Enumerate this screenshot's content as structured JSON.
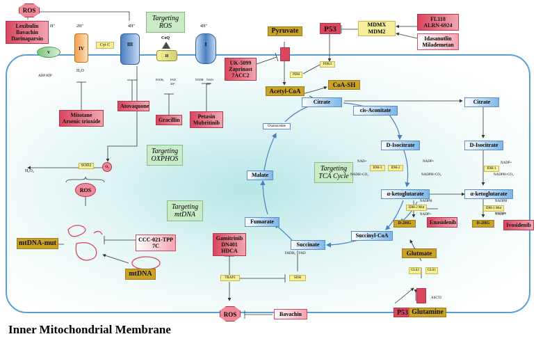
{
  "ros": "ROS",
  "h_plus": "H⁺",
  "two_h_plus": "2H⁺",
  "four_h_plus": "4H⁺",
  "cyt_c": "Cyt C",
  "coq": "CoQ",
  "complex_i": "I",
  "complex_ii": "II",
  "complex_iii": "III",
  "complex_iv": "IV",
  "complex_v": "V",
  "adp_atp": "ADP ATP",
  "h2o": "H₂O",
  "fadh2_fad": [
    "FADH₂",
    "FAD",
    "2H⁺"
  ],
  "nadh_nad": [
    "NADH",
    "NAD+",
    "2H⁺"
  ],
  "inhibitors_v": [
    "Lexibulin",
    "Bavachin",
    "Darinaparsin"
  ],
  "mitotane": [
    "Mitotane",
    "Arsenic trioxide"
  ],
  "atovaquone": "Atovaquone",
  "gracillin": "Gracillin",
  "petasin": [
    "Petasin",
    "Mubritinib"
  ],
  "target_ros": [
    "Targeting",
    "ROS"
  ],
  "target_oxphos": [
    "Targeting",
    "OXPHOS"
  ],
  "target_mtdna": [
    "Targeting",
    "mtDNA"
  ],
  "target_tca": [
    "Targeting",
    "TCA Cycle"
  ],
  "sod2": "SOD2",
  "h2o2": "H₂O₂",
  "o2": "O₂",
  "mtdna_mut": "mtDNA-mut",
  "mtdna": "mtDNA",
  "ccc": [
    "CCC-021-TPP",
    "7C"
  ],
  "pyruvate": "Pyruvate",
  "uk": [
    "UK-5099",
    "Zaprinast",
    "7ACC2"
  ],
  "p53": "P53",
  "mdmx": [
    "MDMX",
    "MDM2"
  ],
  "fl118": [
    "FL118",
    "ALRN-6924"
  ],
  "idasanutlin": [
    "Idasanutlin",
    "Milademetan"
  ],
  "pdh": "PDH",
  "pdk3": "PDK3",
  "acetyl_coa": "Acetyl-CoA",
  "coa_sh": "CoA-SH",
  "citrate": "Citrate",
  "cis_aconitate": "cis-Aconitate",
  "d_isocitrate": "D-Isocitrate",
  "nad_plus": "NAD+",
  "nadh_co2": "NADH+CO₂",
  "nadp_plus": "NADP+",
  "nadph_co2": "NADPH+CO₂",
  "nadph": "NADPH",
  "idh3": "IDH-3",
  "idh2": "IDH-2",
  "idh1": "IDH-1",
  "idh2_mut": "IDH-2 Mut",
  "idh1_mut": "IDH-1 Mut",
  "akg": "α-ketoglutarate",
  "d2hg": "D-2HG",
  "enasidenib": "Enasidenib",
  "ivosidenib": "Ivosidenib",
  "succinyl_coa": "Succinyl-CoA",
  "succinate": "Succinate",
  "fumarate": "Fumarate",
  "malate": "Malate",
  "oxaloacetate": "Oxaloacetate",
  "glutmate": "Glutmate",
  "gls2": "GLS2",
  "gls1": "GLS1",
  "glutamine": "Glutamine",
  "asct2": "ASCT2",
  "gamitrinib": [
    "Gamitrinib",
    "DN401",
    "HDCA"
  ],
  "trap1": "TRAP1",
  "sdh": "SDH",
  "fadh2_fad2": [
    "FADH₂",
    "FAD"
  ],
  "bavachin": "Bavachin",
  "membrane_title": "Inner Mitochondrial Membrane"
}
